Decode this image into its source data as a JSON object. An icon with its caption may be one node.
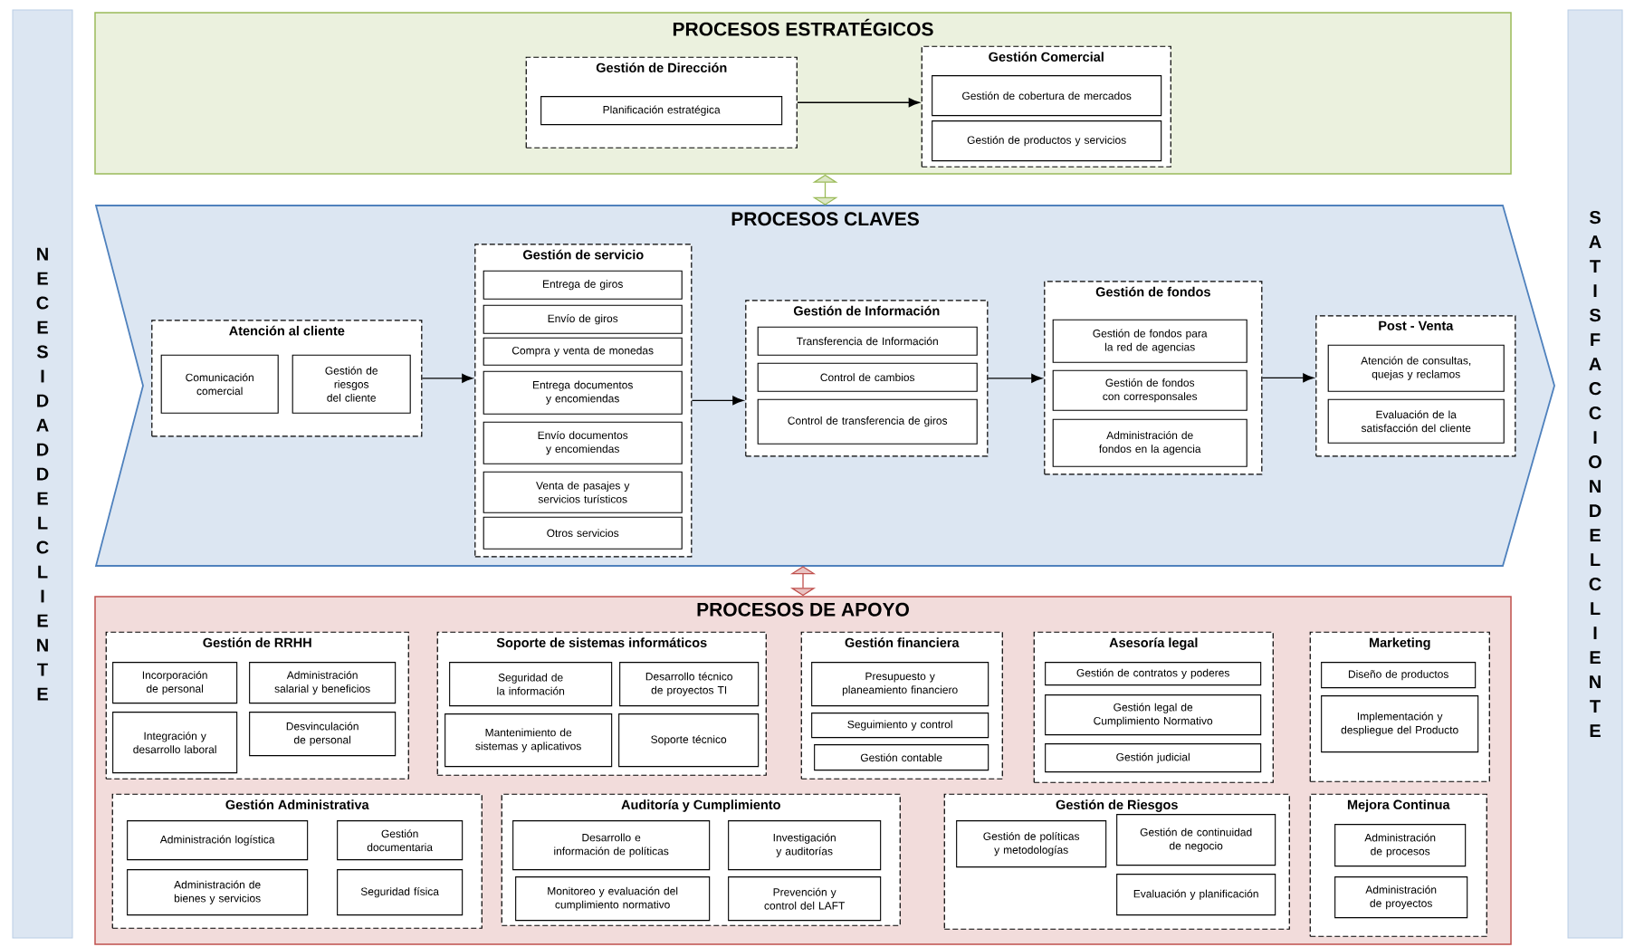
{
  "diagram": {
    "nodes": [
      {
        "text": [
          "NECESIDAD DEL CLIENTE"
        ]
      },
      {
        "text": [
          "SATISFACCION DEL CLIENTE"
        ]
      },
      {
        "text": [
          "PROCESOS ESTRATÉGICOS"
        ]
      },
      {
        "text": [
          "Gestión de Dirección"
        ],
        "in": 2
      },
      {
        "text": [
          "Planificación estratégica"
        ],
        "in": 3
      },
      {
        "text": [
          "Gestión Comercial"
        ],
        "in": 2
      },
      {
        "text": [
          "Gestión de cobertura de mercados"
        ],
        "in": 5
      },
      {
        "text": [
          "Gestión de productos y servicios"
        ],
        "in": 5
      },
      {
        "text": [
          "PROCESOS CLAVES"
        ]
      },
      {
        "text": [
          "Atención al cliente"
        ],
        "in": 8
      },
      {
        "text": [
          "Comunicación comercial"
        ],
        "in": 9
      },
      {
        "text": [
          "Gestión de riesgos del cliente"
        ],
        "in": 9
      },
      {
        "text": [
          "Gestión de servicio"
        ],
        "in": 8
      },
      {
        "text": [
          "Entrega de giros"
        ],
        "in": 12
      },
      {
        "text": [
          "Envío de giros"
        ],
        "in": 12
      },
      {
        "text": [
          "Compra y venta de monedas"
        ],
        "in": 12
      },
      {
        "text": [
          "Entrega documentos y encomiendas"
        ],
        "in": 12
      },
      {
        "text": [
          "Envío documentos y encomiendas"
        ],
        "in": 12
      },
      {
        "text": [
          "Venta de pasajes y servicios turísticos"
        ],
        "in": 12
      },
      {
        "text": [
          "Otros servicios"
        ],
        "in": 12
      },
      {
        "text": [
          "Gestión de Información"
        ],
        "in": 8
      },
      {
        "text": [
          "Transferencia de Información"
        ],
        "in": 20
      },
      {
        "text": [
          "Control de cambios"
        ],
        "in": 20
      },
      {
        "text": [
          "Control de transferencia de giros"
        ],
        "in": 20
      },
      {
        "text": [
          "Gestión de fondos"
        ],
        "in": 8
      },
      {
        "text": [
          "Gestión de fondos para la red de agencias"
        ],
        "in": 24
      },
      {
        "text": [
          "Gestión de fondos con corresponsales"
        ],
        "in": 24
      },
      {
        "text": [
          "Administración de fondos en la agencia"
        ],
        "in": 24
      },
      {
        "text": [
          "Post - Venta"
        ],
        "in": 8
      },
      {
        "text": [
          "Atención de consultas, quejas y reclamos"
        ],
        "in": 28
      },
      {
        "text": [
          "Evaluación de la satisfacción del cliente"
        ],
        "in": 28
      },
      {
        "text": [
          "PROCESOS DE APOYO"
        ]
      },
      {
        "text": [
          "Gestión de RRHH"
        ],
        "in": 31
      },
      {
        "text": [
          "Incorporación de personal"
        ],
        "in": 32
      },
      {
        "text": [
          "Administración salarial y beneficios"
        ],
        "in": 32
      },
      {
        "text": [
          "Integración y desarrollo laboral"
        ],
        "in": 32
      },
      {
        "text": [
          "Desvinculación de personal"
        ],
        "in": 32
      },
      {
        "text": [
          "Soporte de sistemas informáticos"
        ],
        "in": 31
      },
      {
        "text": [
          "Seguridad de la información"
        ],
        "in": 37
      },
      {
        "text": [
          "Desarrollo técnico de proyectos TI"
        ],
        "in": 37
      },
      {
        "text": [
          "Mantenimiento de sistemas y aplicativos"
        ],
        "in": 37
      },
      {
        "text": [
          "Soporte técnico"
        ],
        "in": 37
      },
      {
        "text": [
          "Gestión financiera"
        ],
        "in": 31
      },
      {
        "text": [
          "Presupuesto y planeamiento financiero"
        ],
        "in": 42
      },
      {
        "text": [
          "Seguimiento y control"
        ],
        "in": 42
      },
      {
        "text": [
          "Gestión contable"
        ],
        "in": 42
      },
      {
        "text": [
          "Asesoría legal"
        ],
        "in": 31
      },
      {
        "text": [
          "Gestión de contratos y poderes"
        ],
        "in": 46
      },
      {
        "text": [
          "Gestión legal de Cumplimiento Normativo"
        ],
        "in": 46
      },
      {
        "text": [
          "Gestión judicial"
        ],
        "in": 46
      },
      {
        "text": [
          "Marketing"
        ],
        "in": 31
      },
      {
        "text": [
          "Diseño de productos"
        ],
        "in": 50
      },
      {
        "text": [
          "Implementación y despliegue del Producto"
        ],
        "in": 50
      },
      {
        "text": [
          "Gestión Administrativa"
        ],
        "in": 31
      },
      {
        "text": [
          "Administración logística"
        ],
        "in": 53
      },
      {
        "text": [
          "Gestión documentaria"
        ],
        "in": 53
      },
      {
        "text": [
          "Administración de bienes y servicios"
        ],
        "in": 53
      },
      {
        "text": [
          "Seguridad física"
        ],
        "in": 53
      },
      {
        "text": [
          "Auditoría y Cumplimiento"
        ],
        "in": 31
      },
      {
        "text": [
          "Desarrollo e información de políticas"
        ],
        "in": 58
      },
      {
        "text": [
          "Investigación y auditorías"
        ],
        "in": 58
      },
      {
        "text": [
          "Monitoreo y evaluación del cumplimiento normativo"
        ],
        "in": 58
      },
      {
        "text": [
          "Prevención y control del LAFT"
        ],
        "in": 58
      },
      {
        "text": [
          "Gestión de Riesgos"
        ],
        "in": 31
      },
      {
        "text": [
          "Gestión de políticas y metodologías"
        ],
        "in": 63
      },
      {
        "text": [
          "Gestión de continuidad de negocio"
        ],
        "in": 63
      },
      {
        "text": [
          "Evaluación y planificación"
        ],
        "in": 63
      },
      {
        "text": [
          "Mejora Continua"
        ],
        "in": 31
      },
      {
        "text": [
          "Administración de procesos"
        ],
        "in": 67
      },
      {
        "text": [
          "Administración de proyectos"
        ],
        "in": 67
      }
    ],
    "edges": [
      {
        "from": 3,
        "to": 5,
        "arrow": "to"
      },
      {
        "from": 2,
        "to": 8,
        "arrow": "both",
        "color": "#9bbb59"
      },
      {
        "from": 9,
        "to": 12,
        "arrow": "to"
      },
      {
        "from": 12,
        "to": 20,
        "arrow": "to"
      },
      {
        "from": 20,
        "to": 24,
        "arrow": "to"
      },
      {
        "from": 24,
        "to": 28,
        "arrow": "to"
      },
      {
        "from": 8,
        "to": 31,
        "arrow": "both",
        "color": "#c0504d"
      }
    ]
  }
}
